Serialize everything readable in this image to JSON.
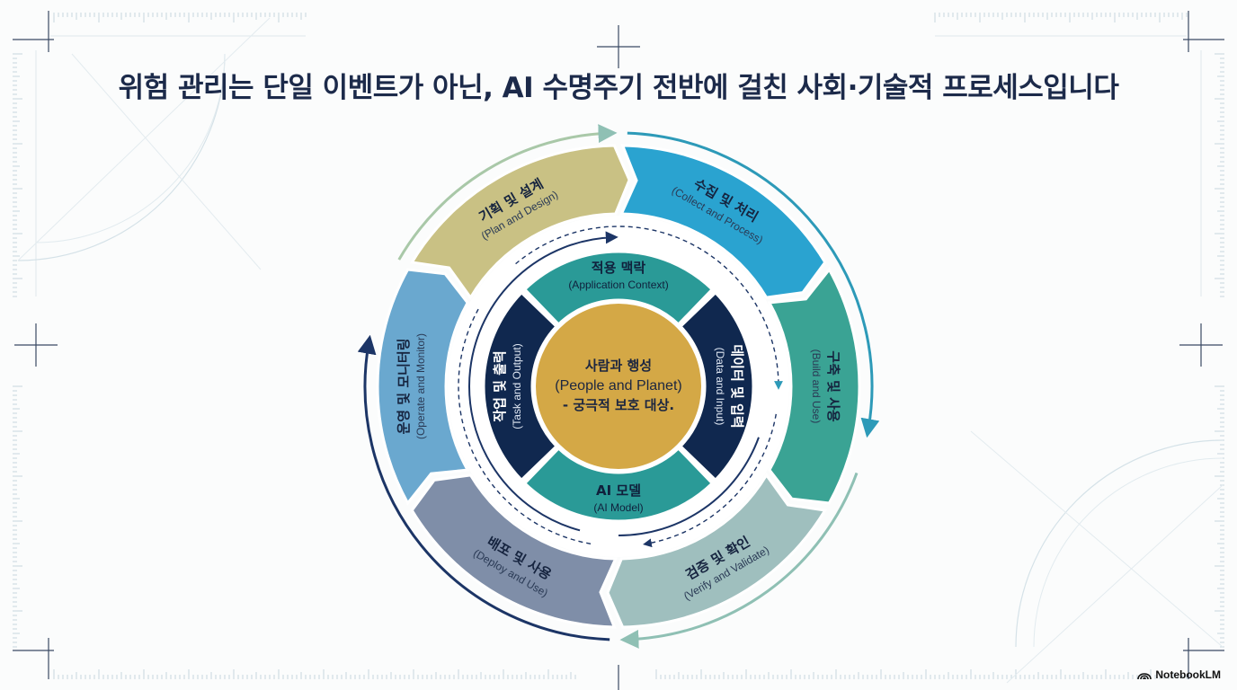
{
  "title": "위험 관리는 단일 이벤트가 아닌, AI 수명주기 전반에 걸친 사회·기술적 프로세스입니다",
  "watermark": "NotebookLM",
  "outer_stages": [
    {
      "id": "plan",
      "ko": "기획 및 설계",
      "en": "(Plan and Design)",
      "color": "#c9c184"
    },
    {
      "id": "collect",
      "ko": "수집 및 처리",
      "en": "(Collect and Process)",
      "color": "#2aa3d0"
    },
    {
      "id": "build",
      "ko": "구축 및 사용",
      "en": "(Build and Use)",
      "color": "#3aa394"
    },
    {
      "id": "verify",
      "ko": "검증 및 확인",
      "en": "(Verify and Validate)",
      "color": "#9fbfbe"
    },
    {
      "id": "deploy",
      "ko": "배포 및 사용",
      "en": "(Deploy and Use)",
      "color": "#7f8ea8"
    },
    {
      "id": "operate",
      "ko": "운영 및 모니터링",
      "en": "(Operate and Monitor)",
      "color": "#6aa8cf"
    }
  ],
  "inner_segments": {
    "top": {
      "ko": "적용 맥락",
      "en": "(Application Context)",
      "color": "#2a9a97"
    },
    "right": {
      "ko": "데이터 및 입력",
      "en": "(Data and Input)",
      "color": "#10284f"
    },
    "bottom": {
      "ko": "AI 모델",
      "en": "(AI Model)",
      "color": "#2a9a97"
    },
    "left": {
      "ko": "작업 및 출력",
      "en": "(Task and Output)",
      "color": "#10284f"
    }
  },
  "center": {
    "line1": "사람과 행성",
    "line2": "(People and Planet)",
    "line3": "- 궁극적 보호 대상.",
    "color": "#d4a846"
  }
}
